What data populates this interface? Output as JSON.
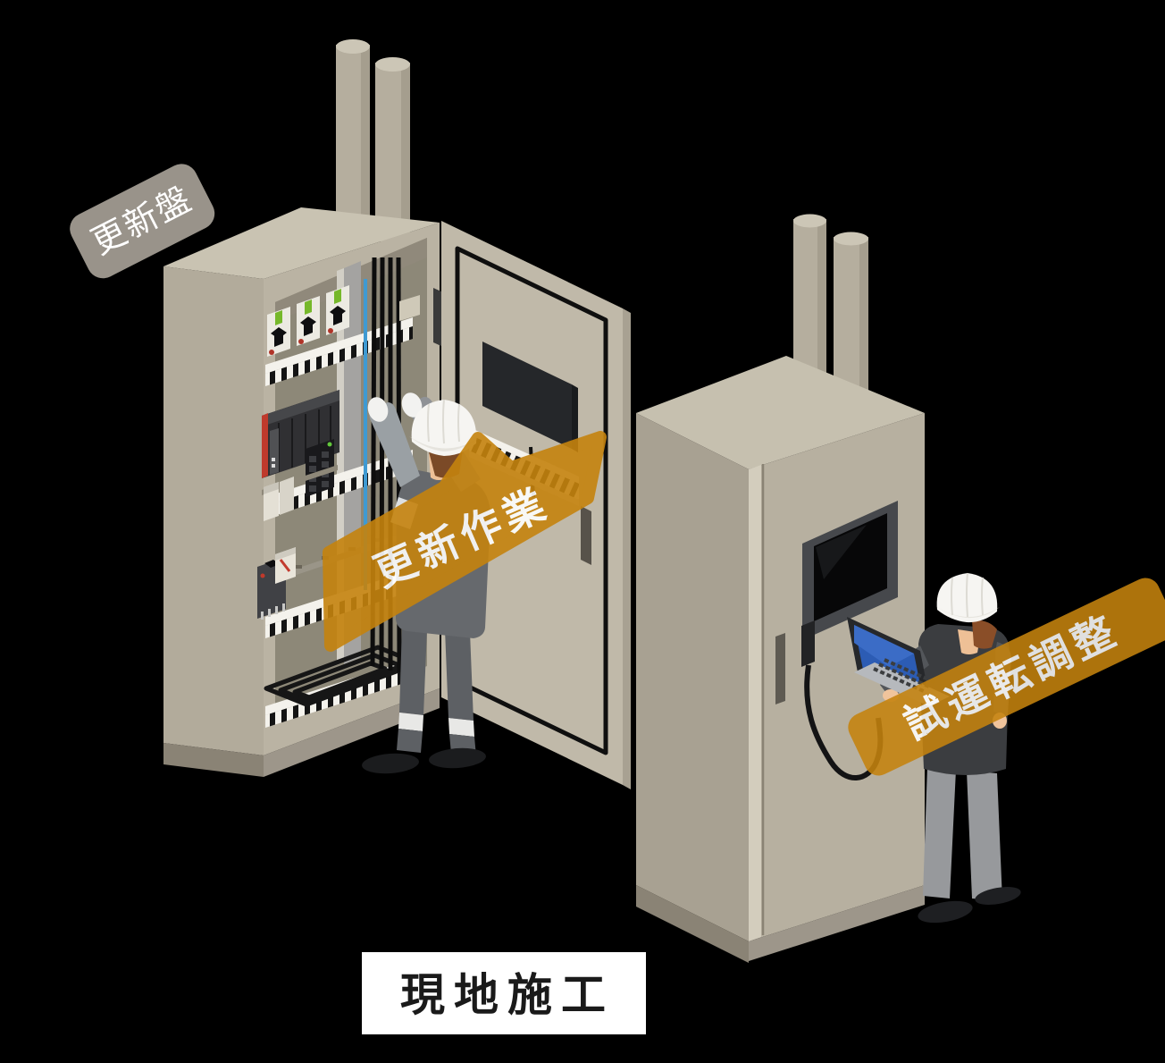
{
  "labels": {
    "panel_badge": "更新盤",
    "work_ribbon": "更新作業",
    "trial_ribbon": "試運転調整",
    "caption": "現地施工"
  },
  "colors": {
    "background": "#000000",
    "ribbon_orange": "#c5830e",
    "badge_gray": "#99938a",
    "caption_bg": "#ffffff",
    "caption_text": "#1a1a1a",
    "label_text": "#ffffff",
    "cabinet_front": "#b7b0a0",
    "cabinet_side": "#aaa393",
    "cabinet_top": "#c9c3b2",
    "screen_dark": "#26282a",
    "laptop_blue": "#2c5cb4",
    "wire_blue": "#3f9ad2",
    "helmet_white": "#f6f5f2",
    "uniform_gray": "#66696d",
    "pants_gray": "#97999c"
  }
}
